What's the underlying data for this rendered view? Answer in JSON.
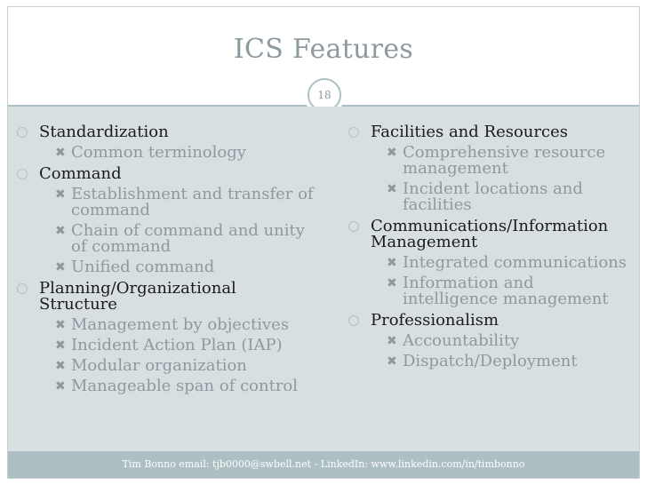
{
  "slide": {
    "title": "ICS Features",
    "number": "18",
    "footer": "Tim Bonno email: tjb0000@swbell.net - LinkedIn: www.linkedin.com/in/timbonno"
  },
  "left_column": [
    {
      "label": "Standardization",
      "subitems": [
        "Common terminology"
      ]
    },
    {
      "label": "Command",
      "subitems": [
        "Establishment and transfer of command",
        "Chain of command and unity of command",
        "Unified command"
      ]
    },
    {
      "label": "Planning/Organizational Structure",
      "subitems": [
        "Management by objectives",
        "Incident Action Plan (IAP)",
        "Modular organization",
        "Manageable span of control"
      ]
    }
  ],
  "right_column": [
    {
      "label": "Facilities and Resources",
      "subitems": [
        "Comprehensive resource management",
        "Incident locations and facilities"
      ]
    },
    {
      "label": "Communications/Information Management",
      "subitems": [
        "Integrated communications",
        "Information and intelligence management"
      ]
    },
    {
      "label": "Professionalism",
      "subitems": [
        "Accountability",
        "Dispatch/Deployment"
      ]
    }
  ]
}
